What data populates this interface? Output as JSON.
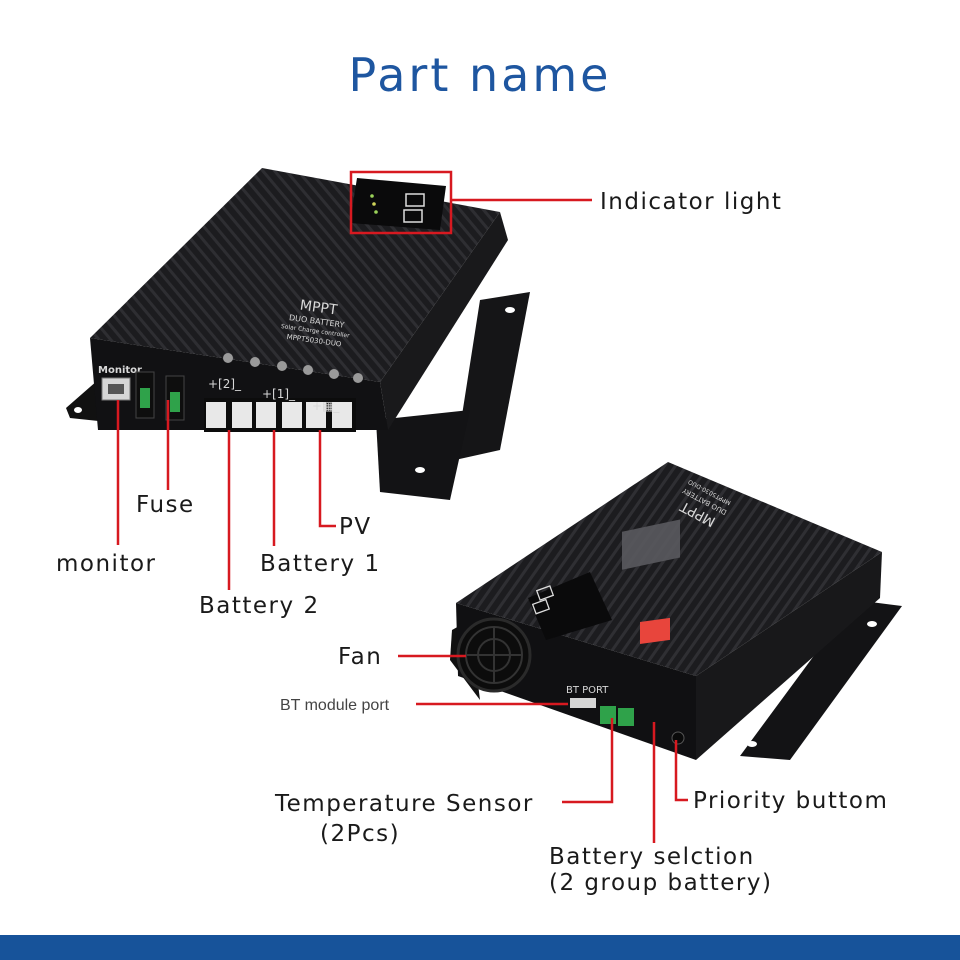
{
  "title": "Part name",
  "device_print": {
    "brand": "MPPT",
    "line1": "DUO BATTERY",
    "line2": "Solar Charge controller",
    "model": "MPPT5030-DUO",
    "monitor": "Monitor",
    "bt_port": "BT PORT"
  },
  "labels": {
    "indicator_light": "Indicator light",
    "fuse": "Fuse",
    "pv": "PV",
    "monitor": "monitor",
    "battery1": "Battery 1",
    "battery2": "Battery 2",
    "fan": "Fan",
    "bt_module_port": "BT module port",
    "temp_sensor_l1": "Temperature Sensor",
    "temp_sensor_l2": "(2Pcs)",
    "priority_button": "Priority buttom",
    "battery_selection_l1": "Battery selction",
    "battery_selection_l2": "(2 group battery)"
  },
  "colors": {
    "title": "#1e56a0",
    "callout": "#d71920",
    "device_body": "#1b1b1d",
    "terminal": "#e8e8e8",
    "connector_green": "#2fa24a",
    "dip_switch": "#e8453c",
    "footer": "#17539a"
  }
}
